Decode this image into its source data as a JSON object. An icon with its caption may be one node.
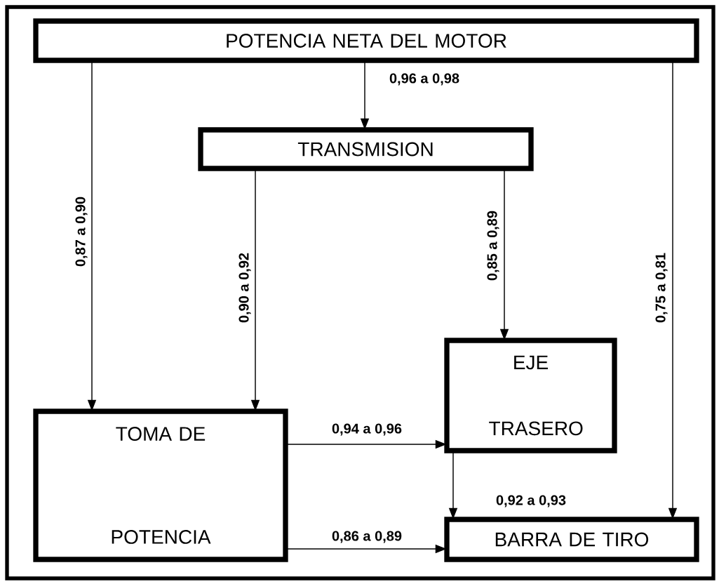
{
  "diagram": {
    "nodes": [
      {
        "text": [
          "POTENCIA NETA DEL MOTOR"
        ]
      },
      {
        "text": [
          "TRANSMISION"
        ]
      },
      {
        "text": [
          "EJE TRASERO"
        ]
      },
      {
        "text": [
          "TOMA DE POTENCIA"
        ]
      },
      {
        "text": [
          "BARRA DE TIRO"
        ]
      }
    ],
    "edges": [
      {
        "from": 0,
        "to": 1,
        "arrow": "to",
        "label": "0,96 a 0,98"
      },
      {
        "from": 0,
        "to": 3,
        "arrow": "to",
        "label": "0,87 a 0,90"
      },
      {
        "from": 1,
        "to": 3,
        "arrow": "to",
        "label": "0,90 a 0,92"
      },
      {
        "from": 1,
        "to": 2,
        "arrow": "to",
        "label": "0,85 a 0,89"
      },
      {
        "from": 0,
        "to": 4,
        "arrow": "to",
        "label": "0,75 a 0,81"
      },
      {
        "from": 3,
        "to": 2,
        "arrow": "to",
        "label": "0,94 a 0,96"
      },
      {
        "from": 2,
        "to": 4,
        "arrow": "to",
        "label": "0,92 a 0,93"
      },
      {
        "from": 3,
        "to": 4,
        "arrow": "to",
        "label": "0,86 a 0,89"
      }
    ]
  }
}
